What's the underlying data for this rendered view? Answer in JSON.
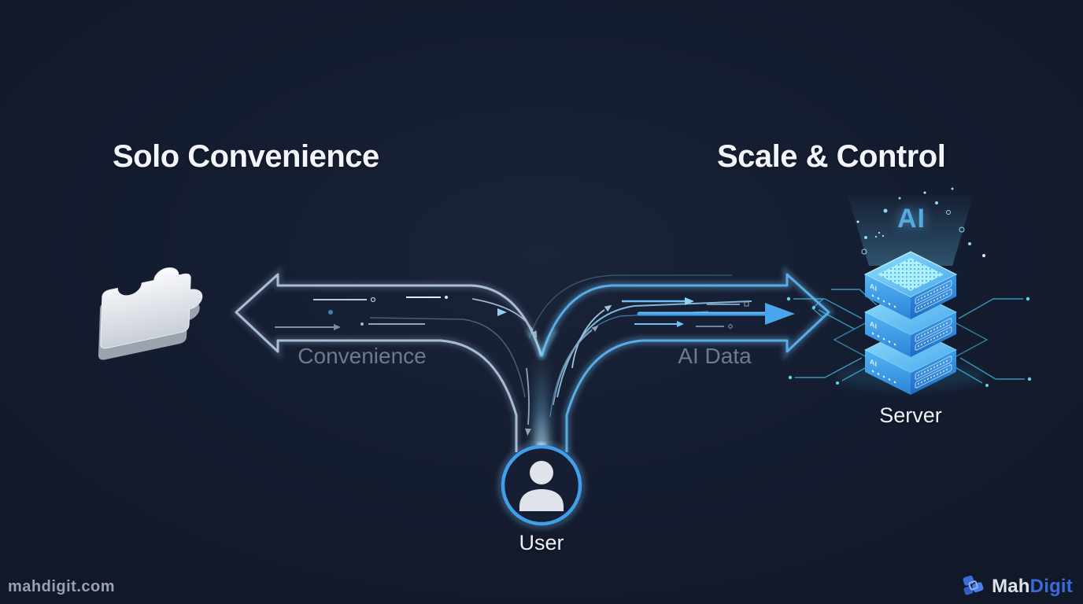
{
  "diagram": {
    "title_left": "Solo Convenience",
    "title_right": "Scale & Control",
    "branch_left": {
      "label": "Convenience",
      "direction": "left"
    },
    "branch_right": {
      "label": "AI Data",
      "direction": "right"
    },
    "user_node": {
      "label": "User"
    },
    "server_node": {
      "label": "Server",
      "hologram_label": "AI",
      "unit_tag": "AI"
    }
  },
  "footer": {
    "watermark": "mahdigit.com",
    "brand": {
      "prefix": "Mah",
      "suffix": "Digit"
    }
  },
  "icons": {
    "left_node": "puzzle-piece-icon",
    "center_node": "user-icon",
    "right_node": "server-stack-icon",
    "brand": "brand-logo-icon"
  },
  "colors": {
    "background": "#151d31",
    "heading_text": "#f2f5f9",
    "branch_label_text": "#6e7a8e",
    "node_label_text": "#eef1f5",
    "left_arrow_outline": "#a9bdd5",
    "right_arrow_outline": "#58ade8",
    "accent_cyan": "#7fd8ff",
    "accent_blue": "#3f9fe8",
    "server_blue": "#3498e8",
    "hologram_text": "#57a9e0",
    "watermark_text": "#97a1b5",
    "brand_blue": "#3a6bd8"
  }
}
